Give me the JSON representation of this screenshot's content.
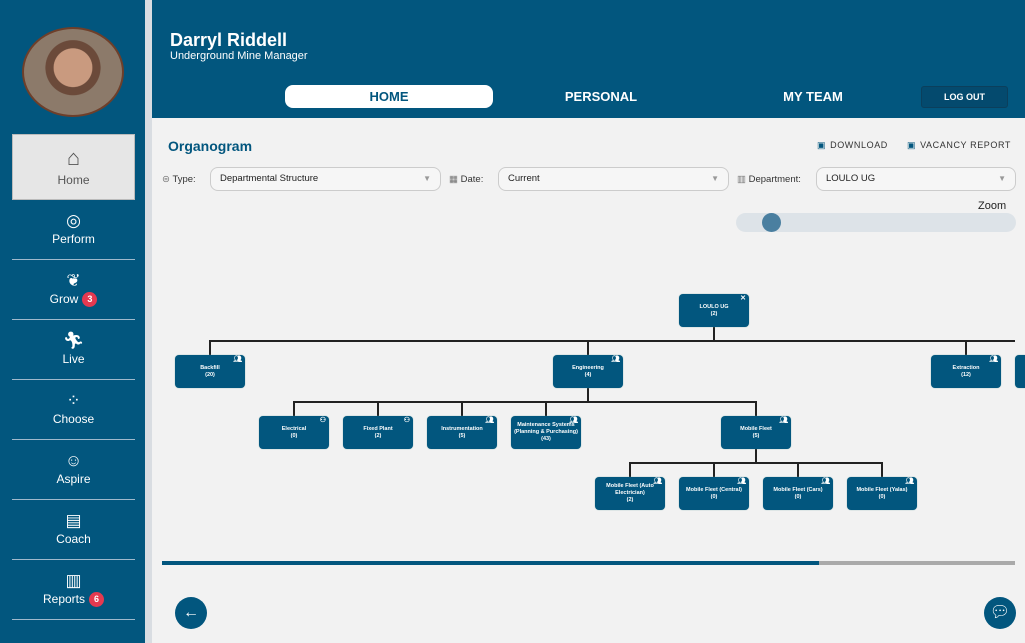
{
  "user": {
    "name": "Darryl Riddell",
    "role": "Underground Mine Manager"
  },
  "sidebar": {
    "items": [
      {
        "label": "Home",
        "icon": "home-icon",
        "active": true
      },
      {
        "label": "Perform",
        "icon": "target-icon"
      },
      {
        "label": "Grow",
        "icon": "wheat-icon",
        "badge": "3"
      },
      {
        "label": "Live",
        "icon": "running-icon"
      },
      {
        "label": "Choose",
        "icon": "choose-icon"
      },
      {
        "label": "Aspire",
        "icon": "reader-icon"
      },
      {
        "label": "Coach",
        "icon": "chat-icon"
      },
      {
        "label": "Reports",
        "icon": "chart-icon",
        "badge": "6"
      }
    ]
  },
  "tabs": [
    {
      "label": "HOME",
      "active": true
    },
    {
      "label": "PERSONAL"
    },
    {
      "label": "MY TEAM"
    }
  ],
  "logout": "LOG OUT",
  "page": {
    "title": "Organogram",
    "download": "DOWNLOAD",
    "vacancy": "VACANCY REPORT"
  },
  "filters": {
    "type_label": "Type:",
    "type_value": "Departmental Structure",
    "date_label": "Date:",
    "date_value": "Current",
    "dept_label": "Department:",
    "dept_value": "LOULO UG"
  },
  "zoom": {
    "label": "Zoom",
    "value_fraction": 0.1
  },
  "org": {
    "root": {
      "name": "LOULO UG",
      "count": "(2)"
    },
    "level1": [
      {
        "name": "Backfill",
        "count": "(20)"
      },
      {
        "name": "Engineering",
        "count": "(4)"
      },
      {
        "name": "Extraction",
        "count": "(12)"
      }
    ],
    "engineering": [
      {
        "name": "Electrical",
        "count": "(0)"
      },
      {
        "name": "Fixed Plant",
        "count": "(2)"
      },
      {
        "name": "Instrumentation",
        "count": "(5)"
      },
      {
        "name": "Maintenance Systems (Planning & Purchasing)",
        "count": "(43)"
      },
      {
        "name": "Mobile Fleet",
        "count": "(5)"
      }
    ],
    "mobile_fleet": [
      {
        "name": "Mobile Fleet (Auto Electrician)",
        "count": "(2)"
      },
      {
        "name": "Mobile Fleet (Central)",
        "count": "(0)"
      },
      {
        "name": "Mobile Fleet (Cars)",
        "count": "(0)"
      },
      {
        "name": "Mobile Fleet (Yalas)",
        "count": "(0)"
      }
    ]
  },
  "scroll": {
    "position_fraction": 0.77
  },
  "colors": {
    "brand": "#02567e",
    "badge": "#e53950"
  }
}
